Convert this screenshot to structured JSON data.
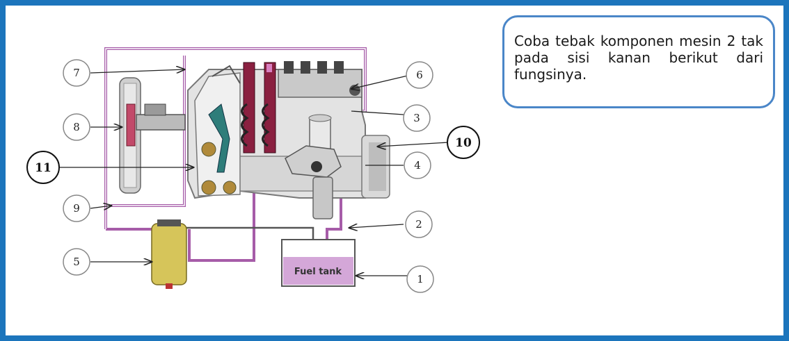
{
  "prompt": {
    "text": "Coba tebak komponen mesin 2 tak pada sisi kanan berikut dari fungsinya."
  },
  "diagram": {
    "tank_label": "Fuel tank",
    "callouts": [
      {
        "id": "1",
        "label": "1"
      },
      {
        "id": "2",
        "label": "2"
      },
      {
        "id": "3",
        "label": "3"
      },
      {
        "id": "4",
        "label": "4"
      },
      {
        "id": "5",
        "label": "5"
      },
      {
        "id": "6",
        "label": "6"
      },
      {
        "id": "7",
        "label": "7"
      },
      {
        "id": "8",
        "label": "8"
      },
      {
        "id": "9",
        "label": "9"
      },
      {
        "id": "10",
        "label": "10"
      },
      {
        "id": "11",
        "label": "11"
      }
    ]
  },
  "colors": {
    "frame": "#1c75bc",
    "prompt_border": "#4a86c8",
    "fuel_line": "#a65ca8",
    "fuel_tank": "#d4a7d8",
    "filter": "#d6c55a"
  }
}
